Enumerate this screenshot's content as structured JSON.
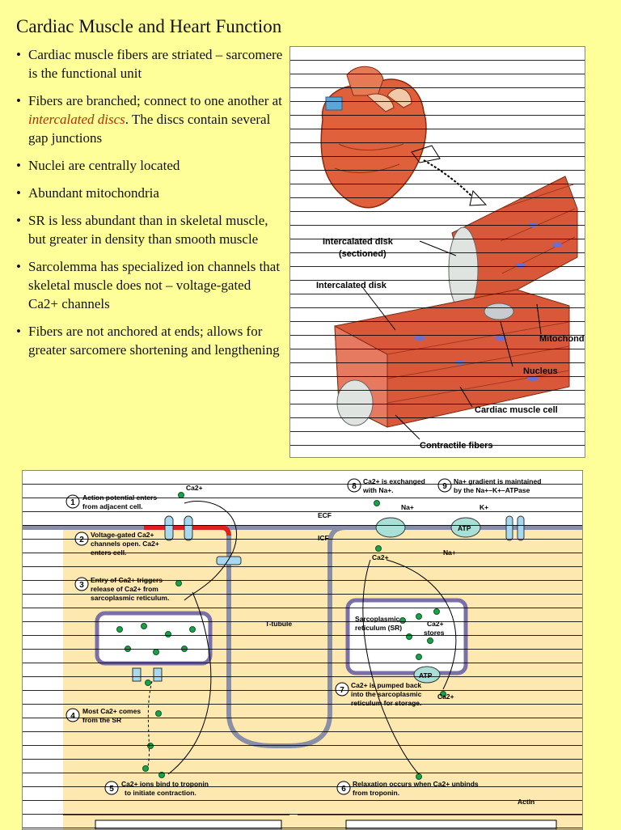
{
  "title": "Cardiac Muscle and Heart Function",
  "bullets": [
    {
      "pre": "Cardiac muscle fibers are striated – sarcomere is the functional unit",
      "em": "",
      "post": ""
    },
    {
      "pre": "Fibers are branched; connect to one another at ",
      "em": "intercalated discs",
      "post": ".  The discs contain several gap junctions"
    },
    {
      "pre": "Nuclei are centrally located",
      "em": "",
      "post": ""
    },
    {
      "pre": "Abundant mitochondria",
      "em": "",
      "post": ""
    },
    {
      "pre": "SR is less abundant than in skeletal muscle, but greater in density than smooth muscle",
      "em": "",
      "post": ""
    },
    {
      "pre": "Sarcolemma has specialized ion channels that skeletal muscle does not – voltage-gated Ca2+ channels",
      "em": "",
      "post": ""
    },
    {
      "pre": "Fibers are not anchored at ends; allows for greater sarcomere shortening and lengthening",
      "em": "",
      "post": ""
    }
  ],
  "figure1": {
    "intercalated_disk_sectioned": "Intercalated disk",
    "sectioned": "(sectioned)",
    "intercalated_disk": "Intercalated disk",
    "mitochondria": "Mitochondria",
    "nucleus": "Nucleus",
    "cardiac_muscle_cell": "Cardiac muscle cell",
    "contractile_fibers": "Contractile fibers"
  },
  "figure2": {
    "step1": "Action potential enters",
    "step1b": "from adjacent cell.",
    "step2": "Voltage-gated Ca2+",
    "step2b": "channels open. Ca2+",
    "step2c": "enters cell.",
    "step3": "Entry of Ca2+ triggers",
    "step3b": "release of Ca2+ from",
    "step3c": "sarcoplasmic reticulum.",
    "step4": "Most Ca2+ comes",
    "step4b": "from the SR",
    "step5": "Ca2+ ions bind to troponin",
    "step5b": "to initiate contraction.",
    "step6": "Relaxation occurs when Ca2+ unbinds",
    "step6b": "from troponin.",
    "step7": "Ca2+ is pumped back",
    "step7b": "into the sarcoplasmic",
    "step7c": "reticulum for storage.",
    "step8": "Ca2+ is exchanged",
    "step8b": "with Na+.",
    "step9": "Na+ gradient is maintained",
    "step9b": "by the Na+–K+–ATPase",
    "ecf": "ECF",
    "icf": "ICF",
    "t_tubule": "T-tubule",
    "sr_label": "Sarcoplasmic",
    "sr_label2": "reticulum (SR)",
    "ca_stores": "Ca2+",
    "ca_stores2": "stores",
    "atp": "ATP",
    "na": "Na+",
    "k": "K+",
    "ca": "Ca2+",
    "actin": "Actin"
  }
}
